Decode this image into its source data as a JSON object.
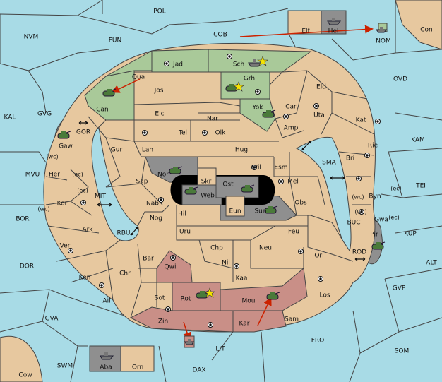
{
  "colors": {
    "sea": "#a8dbe6",
    "land": "#e7c89f",
    "power_green": "#a9c999",
    "power_grey": "#8f8f8f",
    "power_red": "#c98f87",
    "arrow": "#cc2200",
    "border": "#444444"
  },
  "sea_labels": {
    "pol": "POL",
    "nvm": "NVM",
    "fun": "FUN",
    "cob": "COB",
    "con": "Con",
    "nom": "NOM",
    "ovd": "OVD",
    "kam": "KAM",
    "tei": "TEI",
    "kal": "KAL",
    "gvg": "GVG",
    "gor": "GOR",
    "mvu": "MVU",
    "bor": "BOR",
    "mit": "MIT",
    "sma": "SMA",
    "buc": "BUC",
    "kup": "KUP",
    "rbu": "RBU",
    "rod": "ROD",
    "alt": "ALT",
    "dor": "DOR",
    "gvp": "GVP",
    "gva": "GVA",
    "fro": "FRO",
    "som": "SOM",
    "lit": "LIT",
    "swm": "SWM",
    "dax": "DAX",
    "cow": "Cow"
  },
  "land_labels": {
    "elf": "Elf",
    "hel": "Hel",
    "jad": "Jad",
    "sch": "Sch",
    "qua": "Qua",
    "grh": "Grh",
    "jos": "Jos",
    "can": "Can",
    "eld": "Eld",
    "yok": "Yok",
    "car": "Car",
    "elc": "Elc",
    "nar": "Nar",
    "uta": "Uta",
    "amp": "Amp",
    "tel": "Tel",
    "olk": "Olk",
    "kat": "Kat",
    "gaw": "Gaw",
    "gur": "Gur",
    "lan": "Lan",
    "hug": "Hug",
    "rie": "Rie",
    "bri": "Bri",
    "wil": "Wil",
    "esm": "Esm",
    "her": "Her",
    "nor": "Nor",
    "skr": "Skr",
    "ost": "Ost",
    "sap": "Sap",
    "web": "Web",
    "mel": "Mel",
    "byn": "Byn",
    "kor": "Kor",
    "nab": "Nab",
    "obs": "Obs",
    "eun": "Eun",
    "sun": "Sun",
    "hil": "Hil",
    "gwa": "Gwa",
    "nog": "Nog",
    "ark": "Ark",
    "uru": "Uru",
    "feu": "Feu",
    "pir": "Pir",
    "ver": "Ver",
    "chp": "Chp",
    "neu": "Neu",
    "bar": "Bar",
    "nil": "Nil",
    "orl": "Orl",
    "qwi": "Qwi",
    "ken": "Ken",
    "chr": "Chr",
    "kaa": "Kaa",
    "ail": "Ail",
    "sot": "Sot",
    "rot": "Rot",
    "mou": "Mou",
    "los": "Los",
    "zin": "Zin",
    "kar": "Kar",
    "sam": "Sam",
    "aba": "Aba",
    "orn": "Orn"
  },
  "coast_labels": {
    "wc_gaw": "(wc)",
    "ec_gaw": "(ec)",
    "ec_kor": "(ec)",
    "wc_kor": "(wc)",
    "wc_byn": "(wc)",
    "ec_byn": "(ec)",
    "wc_gwa": "(wc)",
    "ec_gwa": "(ec)"
  },
  "units": [
    {
      "type": "army",
      "at": "Can",
      "power": "green"
    },
    {
      "type": "army",
      "at": "Grh",
      "power": "green"
    },
    {
      "type": "army",
      "at": "Yok",
      "power": "green"
    },
    {
      "type": "fleet",
      "at": "Sch",
      "power": "green"
    },
    {
      "type": "fleet",
      "at": "Hel",
      "power": "grey"
    },
    {
      "type": "fleet",
      "at": "NOM",
      "power": "grey"
    },
    {
      "type": "army",
      "at": "Gaw",
      "power": "green"
    },
    {
      "type": "army",
      "at": "Nor",
      "power": "green"
    },
    {
      "type": "army",
      "at": "Web",
      "power": "green"
    },
    {
      "type": "army",
      "at": "Ost",
      "power": "green"
    },
    {
      "type": "army",
      "at": "Sun",
      "power": "green"
    },
    {
      "type": "army",
      "at": "Pir",
      "power": "green"
    },
    {
      "type": "army",
      "at": "Rot",
      "power": "green"
    },
    {
      "type": "army",
      "at": "Mou",
      "power": "green"
    },
    {
      "type": "fleet",
      "at": "LIT",
      "power": "red"
    },
    {
      "type": "fleet",
      "at": "Aba",
      "power": "grey"
    }
  ],
  "orders": [
    {
      "from": "Qua",
      "to": "Can"
    },
    {
      "from": "COB",
      "to": "NOM"
    },
    {
      "from": "Zin",
      "to": "LIT"
    },
    {
      "from": "Kar",
      "to": "Mou"
    }
  ]
}
